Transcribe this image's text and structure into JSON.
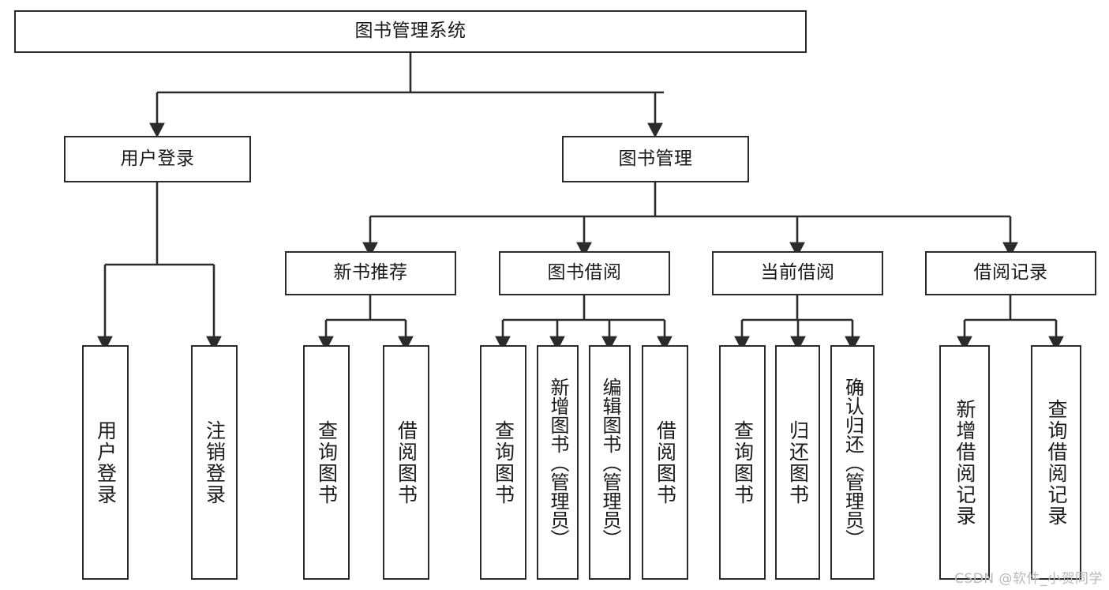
{
  "diagram": {
    "type": "tree-hierarchy",
    "title": "图书管理系统",
    "watermark": "CSDN @软件_小贺同学",
    "colors": {
      "stroke": "#2b2b2b",
      "box_fill": "#ffffff",
      "text": "#1a1a1a",
      "background": "#ffffff",
      "watermark": "#b9b9b9"
    },
    "levels": {
      "root": "图书管理系统",
      "level2": [
        "用户登录",
        "图书管理"
      ],
      "level3": [
        "新书推荐",
        "图书借阅",
        "当前借阅",
        "借阅记录"
      ]
    },
    "nodes": {
      "root": {
        "label": "图书管理系统"
      },
      "user_login": {
        "label": "用户登录"
      },
      "book_manage": {
        "label": "图书管理"
      },
      "new_book_rec": {
        "label": "新书推荐"
      },
      "book_borrow": {
        "label": "图书借阅"
      },
      "current_borrow": {
        "label": "当前借阅"
      },
      "borrow_record": {
        "label": "借阅记录"
      },
      "leaf_user_login": {
        "label": "用户登录"
      },
      "leaf_logout": {
        "label": "注销登录"
      },
      "leaf_query_book_1": {
        "label": "查询图书"
      },
      "leaf_borrow_book_1": {
        "label": "借阅图书"
      },
      "leaf_query_book_2": {
        "label": "查询图书"
      },
      "leaf_add_book": {
        "label": "新增图书（管理员）"
      },
      "leaf_edit_book": {
        "label": "编辑图书（管理员）"
      },
      "leaf_borrow_book_2": {
        "label": "借阅图书"
      },
      "leaf_query_book_3": {
        "label": "查询图书"
      },
      "leaf_return_book": {
        "label": "归还图书"
      },
      "leaf_confirm_return": {
        "label": "确认归还（管理员）"
      },
      "leaf_add_record": {
        "label": "新增借阅记录"
      },
      "leaf_query_record": {
        "label": "查询借阅记录"
      }
    },
    "edges": [
      {
        "from": "root",
        "to": "user_login"
      },
      {
        "from": "root",
        "to": "book_manage"
      },
      {
        "from": "user_login",
        "to": "leaf_user_login"
      },
      {
        "from": "user_login",
        "to": "leaf_logout"
      },
      {
        "from": "book_manage",
        "to": "new_book_rec"
      },
      {
        "from": "book_manage",
        "to": "book_borrow"
      },
      {
        "from": "book_manage",
        "to": "current_borrow"
      },
      {
        "from": "book_manage",
        "to": "borrow_record"
      },
      {
        "from": "new_book_rec",
        "to": "leaf_query_book_1"
      },
      {
        "from": "new_book_rec",
        "to": "leaf_borrow_book_1"
      },
      {
        "from": "book_borrow",
        "to": "leaf_query_book_2"
      },
      {
        "from": "book_borrow",
        "to": "leaf_add_book"
      },
      {
        "from": "book_borrow",
        "to": "leaf_edit_book"
      },
      {
        "from": "book_borrow",
        "to": "leaf_borrow_book_2"
      },
      {
        "from": "current_borrow",
        "to": "leaf_query_book_3"
      },
      {
        "from": "current_borrow",
        "to": "leaf_return_book"
      },
      {
        "from": "current_borrow",
        "to": "leaf_confirm_return"
      },
      {
        "from": "borrow_record",
        "to": "leaf_add_record"
      },
      {
        "from": "borrow_record",
        "to": "leaf_query_record"
      }
    ]
  }
}
